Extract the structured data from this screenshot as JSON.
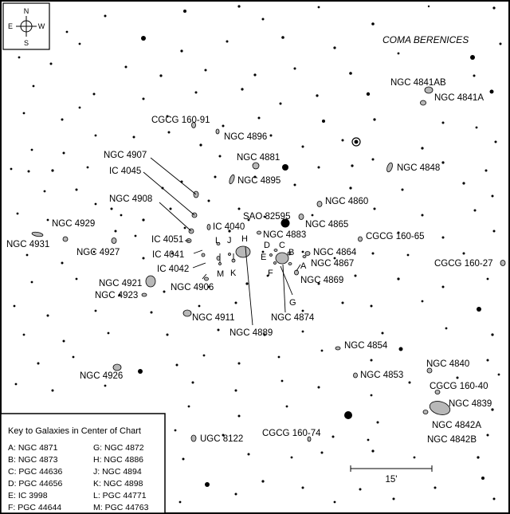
{
  "constellation": "COMA BERENICES",
  "compass": {
    "north": "N",
    "south": "S",
    "east": "E",
    "west": "W"
  },
  "scale_bar": {
    "label": "15'"
  },
  "labels": {
    "ngc4841ab": "NGC 4841AB",
    "ngc4841a": "NGC 4841A",
    "cgcg16091": "CGCG 160-91",
    "ngc4896": "NGC 4896",
    "ngc4907": "NGC 4907",
    "ngc4881": "NGC 4881",
    "ngc4848": "NGC 4848",
    "ic4045": "IC 4045",
    "ngc4895": "NGC 4895",
    "ngc4908": "NGC 4908",
    "ngc4860": "NGC 4860",
    "sao82595": "SAO 82595",
    "ngc4865": "NGC 4865",
    "ngc4929": "NGC 4929",
    "ic4040": "IC 4040",
    "ngc4883": "NGC 4883",
    "cgcg16065": "CGCG 160-65",
    "ngc4931": "NGC 4931",
    "ic4051": "IC 4051",
    "ngc4864": "NGC 4864",
    "ngc4927": "NGC 4927",
    "ic4041": "IC 4041",
    "ngc4867": "NGC 4867",
    "cgcg16027": "CGCG 160-27",
    "ic4042": "IC 4042",
    "ngc4869": "NGC 4869",
    "ngc4921": "NGC 4921",
    "ngc4906": "NGC 4906",
    "ngc4923": "NGC 4923",
    "ngc4911": "NGC 4911",
    "ngc4874": "NGC 4874",
    "ngc4889": "NGC 4889",
    "ngc4854": "NGC 4854",
    "ngc4926": "NGC 4926",
    "ngc4853": "NGC 4853",
    "ngc4840": "NGC 4840",
    "cgcg16040": "CGCG 160-40",
    "ngc4839": "NGC 4839",
    "ngc4842a": "NGC 4842A",
    "ngc4842b": "NGC 4842B",
    "ugc8122": "UGC 8122",
    "cgcg16074": "CGCG 160-74"
  },
  "letters": {
    "A": "A",
    "B": "B",
    "C": "C",
    "D": "D",
    "E": "E",
    "F": "F",
    "G": "G",
    "H": "H",
    "J": "J",
    "K": "K",
    "L": "L",
    "M": "M"
  },
  "key": {
    "title": "Key to Galaxies in Center of Chart",
    "left": [
      "A: NGC 4871",
      "B: NGC 4873",
      "C: PGC 44636",
      "D: PGC 44656",
      "E: IC 3998",
      "F: PGC 44644"
    ],
    "right": [
      "G: NGC 4872",
      "H: NGC 4886",
      "J: NGC 4894",
      "K: NGC 4898",
      "L: PGC 44771",
      "M: PGC 44763"
    ]
  },
  "colors": {
    "galaxy_fill": "#b8b8b8",
    "star": "#000000",
    "background": "#ffffff"
  }
}
